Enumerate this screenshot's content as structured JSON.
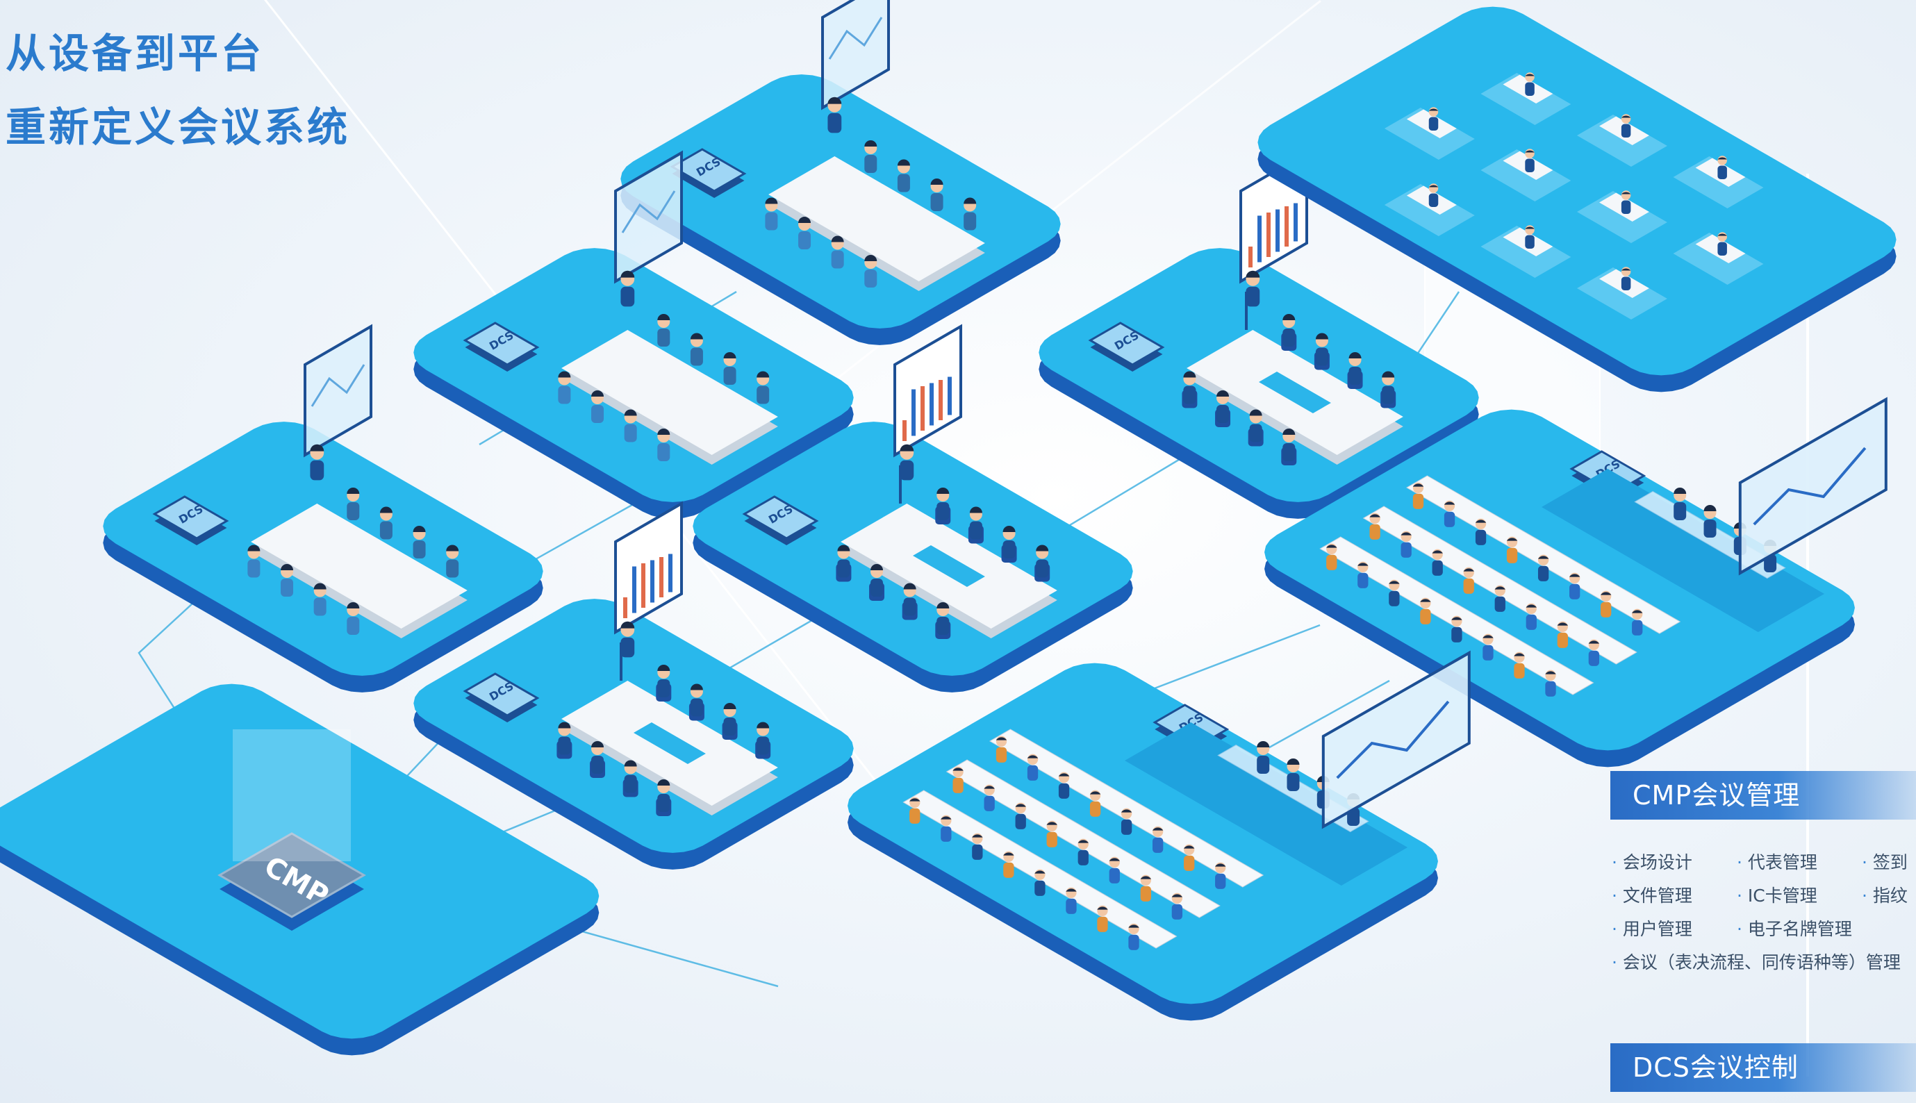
{
  "headline": {
    "line1": "从设备到平台",
    "line2": "重新定义会议系统"
  },
  "diagram": {
    "platform_label": "CMP",
    "device_label": "DCS"
  },
  "cmp_panel": {
    "title": "CMP会议管理",
    "features": [
      "会场设计",
      "代表管理",
      "签到",
      "文件管理",
      "IC卡管理",
      "指纹",
      "用户管理",
      "电子名牌管理",
      "会议（表决流程、同传语种等）管理"
    ]
  },
  "dcs_panel": {
    "title": "DCS会议控制"
  },
  "colors": {
    "title": "#2b7bcd",
    "platform": "#29b8ec",
    "platform_edge": "#1a5fb8",
    "header": "#2a6cc5",
    "table": "#f4f7fa",
    "chair": "#1f4f9f"
  }
}
